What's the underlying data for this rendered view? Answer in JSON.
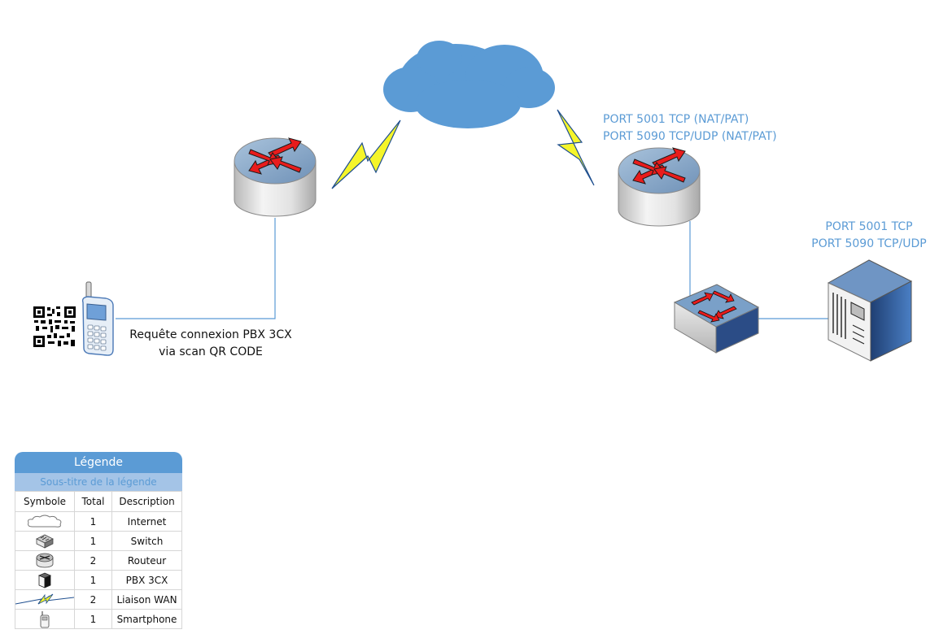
{
  "diagram": {
    "router_right_labels": [
      "PORT 5001 TCP (NAT/PAT)",
      "PORT 5090 TCP/UDP (NAT/PAT)"
    ],
    "server_labels": [
      "PORT 5001 TCP",
      "PORT 5090 TCP/UDP"
    ],
    "phone_labels": [
      "Requête connexion PBX 3CX",
      "via scan QR CODE"
    ]
  },
  "legend": {
    "title": "Légende",
    "subtitle": "Sous-titre de la légende",
    "headers": [
      "Symbole",
      "Total",
      "Description"
    ],
    "rows": [
      {
        "icon": "cloud-icon",
        "total": "1",
        "description": "Internet"
      },
      {
        "icon": "switch-icon",
        "total": "1",
        "description": "Switch"
      },
      {
        "icon": "router-icon",
        "total": "2",
        "description": "Routeur"
      },
      {
        "icon": "server-icon",
        "total": "1",
        "description": "PBX 3CX"
      },
      {
        "icon": "lightning-icon",
        "total": "2",
        "description": "Liaison WAN"
      },
      {
        "icon": "smartphone-icon",
        "total": "1",
        "description": "Smartphone"
      }
    ]
  },
  "colors": {
    "accent": "#5b9bd5",
    "cloud": "#5b9bd5",
    "lightning": "#f5f52a",
    "arrows": "#e81c1c"
  }
}
